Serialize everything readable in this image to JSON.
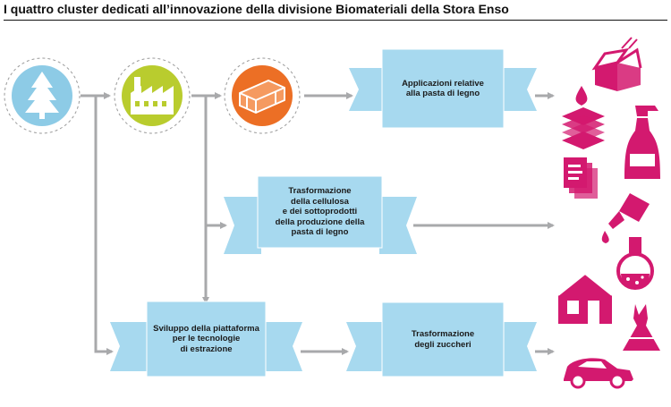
{
  "title": "I quattro cluster dedicati all’innovazione della divisione Biomateriali della Stora Enso",
  "colors": {
    "arrow": "#a8a9ab",
    "box": "#a7d9ef",
    "tree_circle": "#8dcbe6",
    "factory_circle": "#b9cc2e",
    "product_circle": "#ec6f25",
    "product_icons": "#d3196f"
  },
  "sources": [
    {
      "name": "tree-icon",
      "meaning": "forest"
    },
    {
      "name": "factory-icon",
      "meaning": "factory"
    },
    {
      "name": "pulp-bale-icon",
      "meaning": "pulp"
    }
  ],
  "clusters": {
    "c1": {
      "lines": [
        "Applicazioni relative",
        "alla pasta di legno"
      ]
    },
    "c2": {
      "lines": [
        "Trasformazione",
        "della cellulosa",
        "e dei sottoprodotti",
        "della produzione della",
        "pasta di legno"
      ]
    },
    "c3": {
      "lines": [
        "Sviluppo della piattaforma",
        "per le tecnologie",
        "di estrazione"
      ]
    },
    "c4": {
      "lines": [
        "Trasformazione",
        "degli zuccheri"
      ]
    }
  },
  "product_icons": [
    "takeout-box-icon",
    "wet-tissue-stack-icon",
    "spray-bottle-icon",
    "documents-icon",
    "glue-bottle-icon",
    "flask-icon",
    "house-icon",
    "dress-icon",
    "car-icon"
  ]
}
